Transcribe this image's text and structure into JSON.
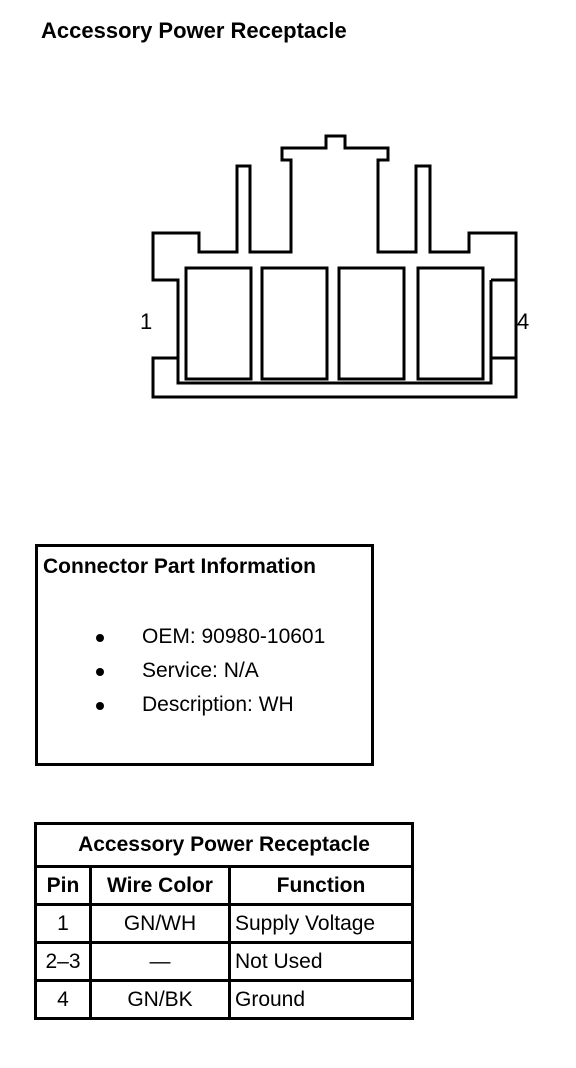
{
  "title": "Accessory Power Receptacle",
  "diagram": {
    "pin_left": "1",
    "pin_right": "4"
  },
  "connector_info": {
    "title": "Connector Part Information",
    "items": [
      "OEM: 90980-10601",
      "Service: N/A",
      "Description: WH"
    ]
  },
  "pin_table": {
    "title": "Accessory Power Receptacle",
    "headers": [
      "Pin",
      "Wire Color",
      "Function"
    ],
    "rows": [
      [
        "1",
        "GN/WH",
        "Supply Voltage"
      ],
      [
        "2–3",
        "—",
        "Not Used"
      ],
      [
        "4",
        "GN/BK",
        "Ground"
      ]
    ]
  }
}
